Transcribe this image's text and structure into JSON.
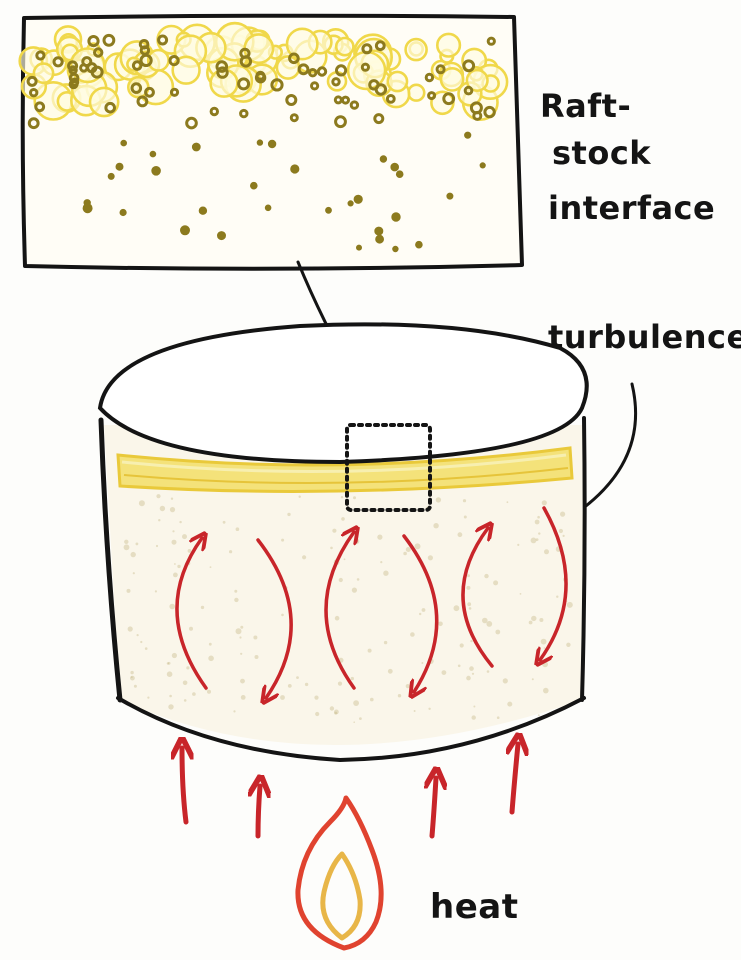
{
  "labels": {
    "raft_line1": "Raft-",
    "raft_line2": "stock",
    "raft_line3": "interface",
    "turbulence": "turbulence",
    "heat": "heat"
  },
  "colors": {
    "ink": "#141414",
    "raft_yellow": "#f0d84a",
    "particle_olive": "#8c7a1e",
    "arrow_red": "#c8252a",
    "flame_red": "#e0432f",
    "flame_inner": "#e8b648",
    "stock_tint": "#faf6ea"
  }
}
